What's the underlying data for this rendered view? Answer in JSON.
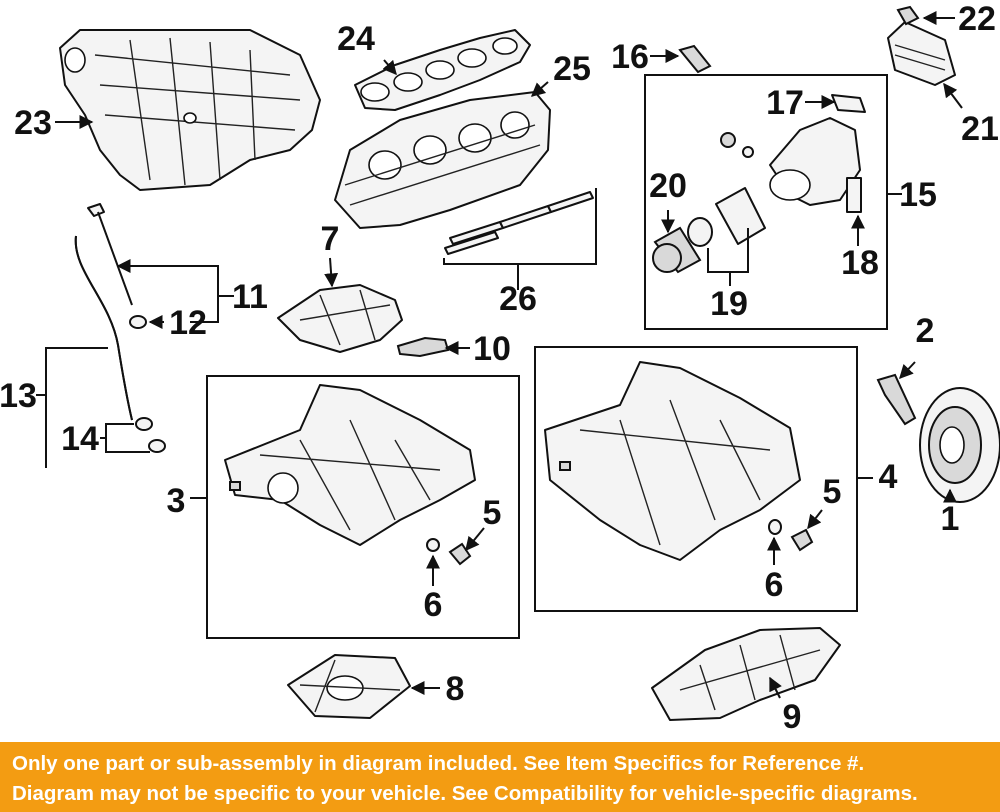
{
  "callouts": {
    "c1": "1",
    "c2": "2",
    "c3": "3",
    "c4": "4",
    "c5a": "5",
    "c5b": "5",
    "c6a": "6",
    "c6b": "6",
    "c7": "7",
    "c8": "8",
    "c9": "9",
    "c10": "10",
    "c11": "11",
    "c12": "12",
    "c13": "13",
    "c14": "14",
    "c15": "15",
    "c16": "16",
    "c17": "17",
    "c18": "18",
    "c19": "19",
    "c20": "20",
    "c21": "21",
    "c22": "22",
    "c23": "23",
    "c24": "24",
    "c25": "25",
    "c26": "26"
  },
  "banner": {
    "line1": "Only one part or sub-assembly in diagram included. See Item Specifics for Reference #.",
    "line2": "Diagram may not be specific to your vehicle. See Compatibility for vehicle-specific diagrams."
  },
  "colors": {
    "banner_bg": "#f39c12",
    "banner_text": "#ffffff",
    "line": "#111111"
  }
}
